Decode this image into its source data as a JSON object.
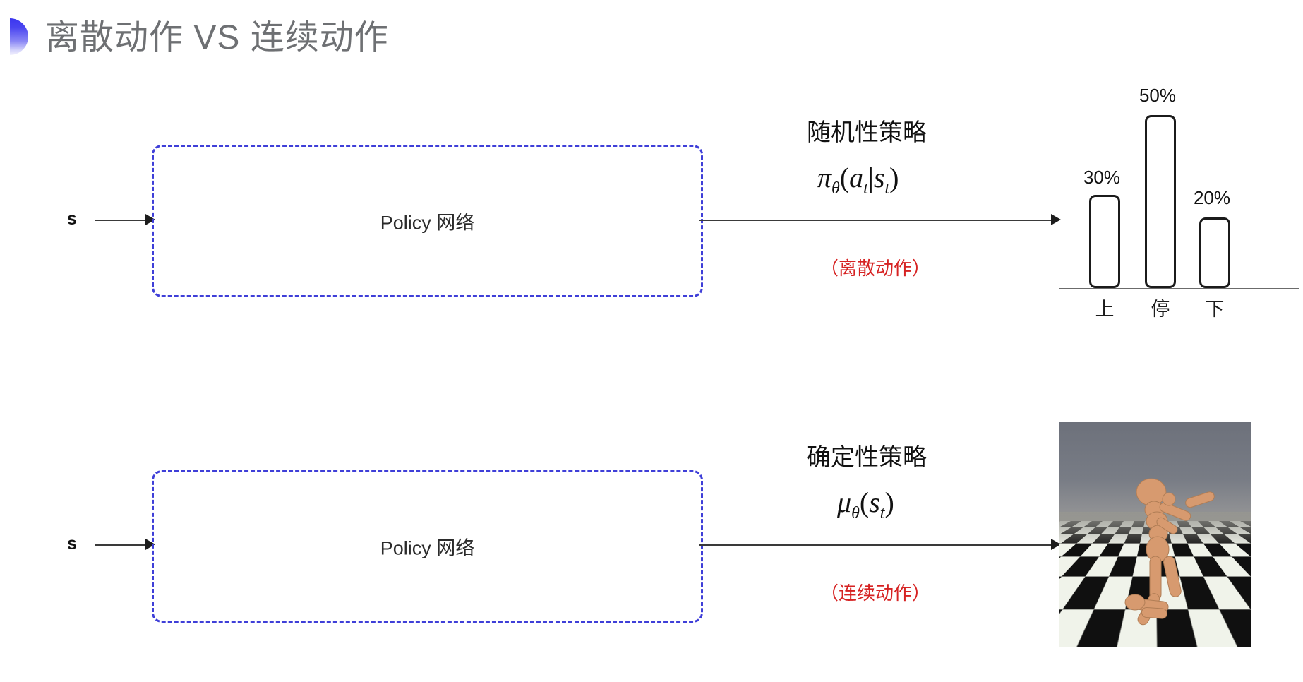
{
  "slide": {
    "title": "离散动作 VS 连续动作",
    "bullet_gradient_top": "#3b36ef",
    "bullet_gradient_bottom": "#f2f1fe",
    "background": "#ffffff"
  },
  "rows": [
    {
      "id": "discrete",
      "input_label": "s",
      "box_label": "Policy 网络",
      "box_border_color": "#3f3fd8",
      "policy_heading": "随机性策略",
      "formula_main": "π",
      "formula_sub_theta": "θ",
      "formula_args_open": "(",
      "formula_arg_a": "a",
      "formula_arg_a_sub": "t",
      "formula_bar": "|",
      "formula_arg_s": "s",
      "formula_arg_s_sub": "t",
      "formula_args_close": ")",
      "formula_plain": "πθ(at|st)",
      "note": "（离散动作）",
      "note_color": "#d62222",
      "output_kind": "bar-chart"
    },
    {
      "id": "continuous",
      "input_label": "s",
      "box_label": "Policy 网络",
      "box_border_color": "#3f3fd8",
      "policy_heading": "确定性策略",
      "formula_main": "μ",
      "formula_sub_theta": "θ",
      "formula_args_open": "(",
      "formula_arg_s": "s",
      "formula_arg_s_sub": "t",
      "formula_args_close": ")",
      "formula_plain": "μθ(st)",
      "note": "（连续动作）",
      "note_color": "#d62222",
      "output_kind": "humanoid-simulation"
    }
  ],
  "chart_data": {
    "type": "bar",
    "title": "",
    "xlabel": "",
    "ylabel": "",
    "categories": [
      "上",
      "停",
      "下"
    ],
    "values": [
      30,
      50,
      20
    ],
    "value_labels": [
      "30%",
      "50%",
      "20%"
    ],
    "ylim": [
      0,
      55
    ],
    "grid": false,
    "legend": "none",
    "bar_fill": "#ffffff",
    "bar_stroke": "#1b1b1b",
    "axis_color": "#6b6b6b"
  },
  "simulation": {
    "caption": "",
    "sky_color": "#6f737d",
    "floor_light": "#f0f3ea",
    "floor_dark": "#101010",
    "figure_color": "#d79a6f"
  }
}
